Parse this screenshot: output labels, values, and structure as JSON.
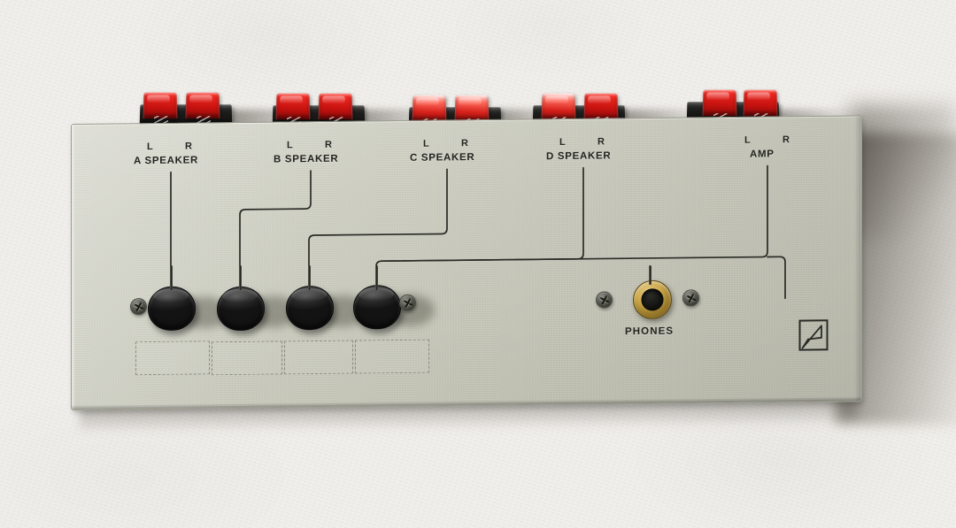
{
  "device": {
    "brand_logo": "luxman-logo-icon",
    "panel_color": "#c8c9ba",
    "accent_color": "#d51a14",
    "jack_ring_color": "#c9a547",
    "background_color": "#f1efeb"
  },
  "terminals": [
    {
      "id": "a",
      "left_label": "L",
      "right_label": "R",
      "block_label": "A SPEAKER"
    },
    {
      "id": "b",
      "left_label": "L",
      "right_label": "R",
      "block_label": "B SPEAKER"
    },
    {
      "id": "c",
      "left_label": "L",
      "right_label": "R",
      "block_label": "C SPEAKER"
    },
    {
      "id": "d",
      "left_label": "L",
      "right_label": "R",
      "block_label": "D SPEAKER"
    },
    {
      "id": "amp",
      "left_label": "L",
      "right_label": "R",
      "block_label": "AMP"
    }
  ],
  "controls": {
    "selector_knobs": [
      {
        "id": "knob-a",
        "name": "selector-knob-a"
      },
      {
        "id": "knob-b",
        "name": "selector-knob-b"
      },
      {
        "id": "knob-c",
        "name": "selector-knob-c"
      },
      {
        "id": "knob-d",
        "name": "selector-knob-d"
      }
    ],
    "phones": {
      "label": "PHONES",
      "name": "phones-jack"
    },
    "memo_boxes": [
      {
        "id": "memo-1",
        "text": ""
      },
      {
        "id": "memo-2",
        "text": ""
      },
      {
        "id": "memo-3",
        "text": ""
      },
      {
        "id": "memo-4",
        "text": ""
      }
    ],
    "screws": [
      {
        "id": "screw-left"
      },
      {
        "id": "screw-right-of-knobs"
      },
      {
        "id": "screw-left-of-phones"
      },
      {
        "id": "screw-right-of-phones"
      }
    ]
  }
}
